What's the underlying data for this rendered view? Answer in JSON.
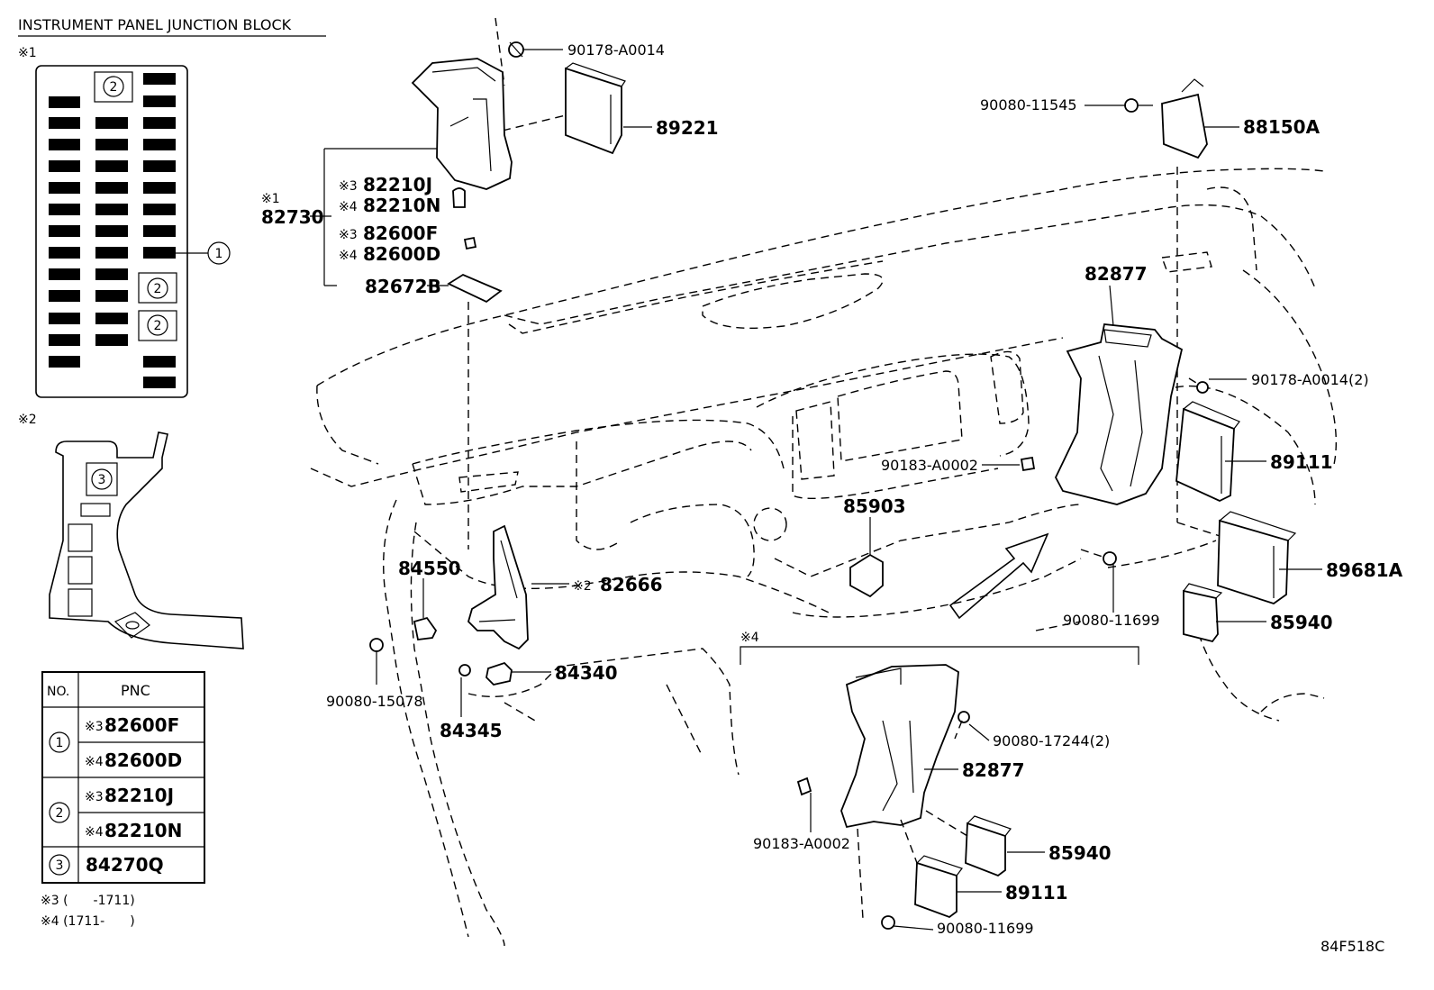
{
  "title": "INSTRUMENT PANEL JUNCTION BLOCK",
  "notes": {
    "n1": "※1",
    "n2": "※2",
    "n3": "※3",
    "n4": "※4"
  },
  "circle_numbers": {
    "one": "1",
    "two": "2",
    "three": "3"
  },
  "labels": {
    "p90178_a0014": "90178-A0014",
    "p89221": "89221",
    "p90080_11545": "90080-11545",
    "p88150a": "88150A",
    "p82210j": "82210J",
    "p82210n": "82210N",
    "p82730": "82730",
    "p82600f": "82600F",
    "p82600d": "82600D",
    "p82672b": "82672B",
    "p82877_top": "82877",
    "p90178_a0014_2": "90178-A0014(2)",
    "p89111_top": "89111",
    "p90183_a0002_top": "90183-A0002",
    "p85903": "85903",
    "p89681a": "89681A",
    "p84550": "84550",
    "p82666": "82666",
    "p90080_11699_top": "90080-11699",
    "p85940_top": "85940",
    "p84340": "84340",
    "p90080_15078": "90080-15078",
    "p84345": "84345",
    "p90080_17244_2": "90080-17244(2)",
    "p82877_bot": "82877",
    "p90183_a0002_bot": "90183-A0002",
    "p85940_bot": "85940",
    "p89111_bot": "89111",
    "p90080_11699_bot": "90080-11699"
  },
  "table": {
    "headers": [
      "NO.",
      "PNC"
    ],
    "rows": [
      {
        "no": "1",
        "marks": [
          "※3",
          "※4"
        ],
        "pncs": [
          "82600F",
          "82600D"
        ]
      },
      {
        "no": "2",
        "marks": [
          "※3",
          "※4"
        ],
        "pncs": [
          "82210J",
          "82210N"
        ]
      },
      {
        "no": "3",
        "marks": [
          ""
        ],
        "pncs": [
          "84270Q"
        ]
      }
    ]
  },
  "footnotes": {
    "f3": "※3 (　　-1711)",
    "f4": "※4 (1711-　　)"
  },
  "diagram_code": "84F518C"
}
